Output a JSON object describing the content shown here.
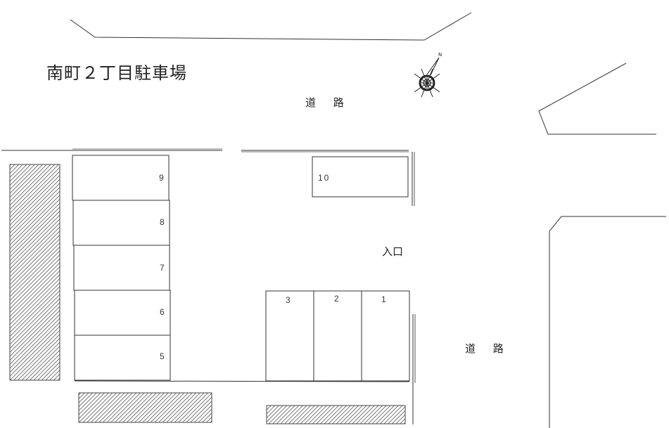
{
  "title": "南町２丁目駐車場",
  "roads": {
    "top_label": "道 路",
    "right_label": "道 路"
  },
  "entrance_label": "入口",
  "compass": {
    "icon": "compass-north-arrow-icon",
    "north_marker": "N"
  },
  "parking_spaces": [
    {
      "number": "1"
    },
    {
      "number": "2"
    },
    {
      "number": "3"
    },
    {
      "number": "5"
    },
    {
      "number": "6"
    },
    {
      "number": "7"
    },
    {
      "number": "8"
    },
    {
      "number": "9"
    },
    {
      "number": "10"
    }
  ],
  "colors": {
    "line": "#333333",
    "hatch": "#555555",
    "background": "#ffffff"
  }
}
